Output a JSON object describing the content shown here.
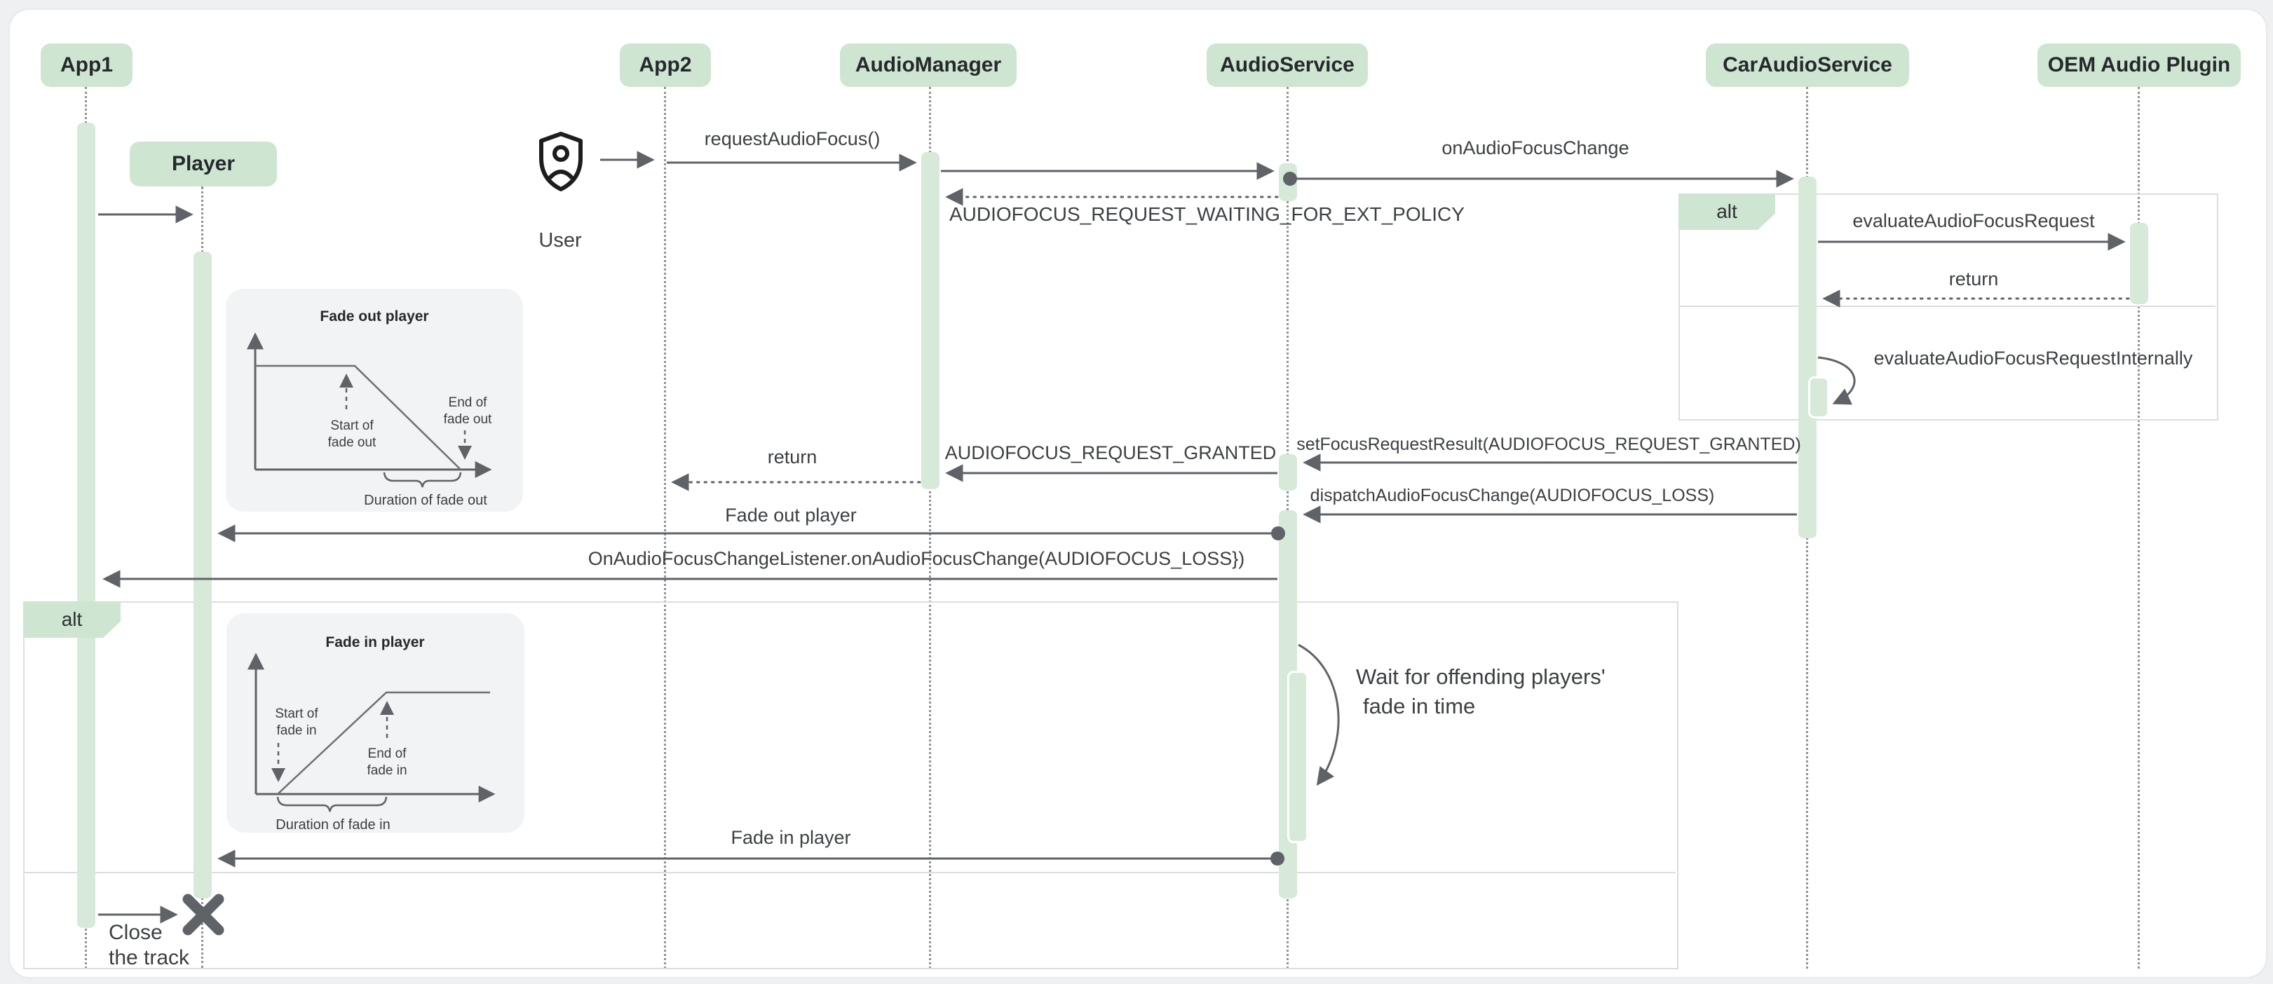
{
  "participants": [
    {
      "label": "App1"
    },
    {
      "label": "App2"
    },
    {
      "label": "AudioManager"
    },
    {
      "label": "AudioService"
    },
    {
      "label": "CarAudioService"
    },
    {
      "label": "OEM Audio Plugin"
    }
  ],
  "objects": {
    "player": "Player"
  },
  "actor": {
    "label": "User"
  },
  "fragments": {
    "right": {
      "label": "alt"
    },
    "left": {
      "label": "alt"
    }
  },
  "messages": {
    "request_audio_focus": "requestAudioFocus()",
    "on_audio_focus_change": "onAudioFocusChange",
    "audiofocus_waiting": "AUDIOFOCUS_REQUEST_WAITING_FOR_EXT_POLICY",
    "evaluate_audio_focus_request": "evaluateAudioFocusRequest",
    "return_right": "return",
    "evaluate_internally": "evaluateAudioFocusRequestInternally",
    "set_focus_request_result": "setFocusRequestResult(AUDIOFOCUS_REQUEST_GRANTED)",
    "audiofocus_granted": "AUDIOFOCUS_REQUEST_GRANTED",
    "return_left": "return",
    "dispatch_focus_change": "dispatchAudioFocusChange(AUDIOFOCUS_LOSS)",
    "fade_out_player": "Fade out player",
    "listener_callback": "OnAudioFocusChangeListener.onAudioFocusChange(AUDIOFOCUS_LOSS})",
    "fade_in_player": "Fade in player"
  },
  "notes": {
    "wait_line1": "Wait for offending players'",
    "wait_line2": "fade in time",
    "close_line1": "Close",
    "close_line2": "the track"
  },
  "insets": {
    "fade_out": {
      "title": "Fade out player",
      "start_line1": "Start of",
      "start_line2": "fade out",
      "end_line1": "End of",
      "end_line2": "fade out",
      "duration": "Duration of fade out"
    },
    "fade_in": {
      "title": "Fade in player",
      "start_line1": "Start of",
      "start_line2": "fade in",
      "end_line1": "End of",
      "end_line2": "fade in",
      "duration": "Duration of fade in"
    }
  },
  "colors": {
    "header_green": "#cee5d2",
    "activation_green": "#d7ead9",
    "arrow_gray": "#5f6368",
    "text_dark": "#3c4043",
    "inset_bg": "#f1f3f4",
    "fragment_border": "#dbdde0"
  }
}
